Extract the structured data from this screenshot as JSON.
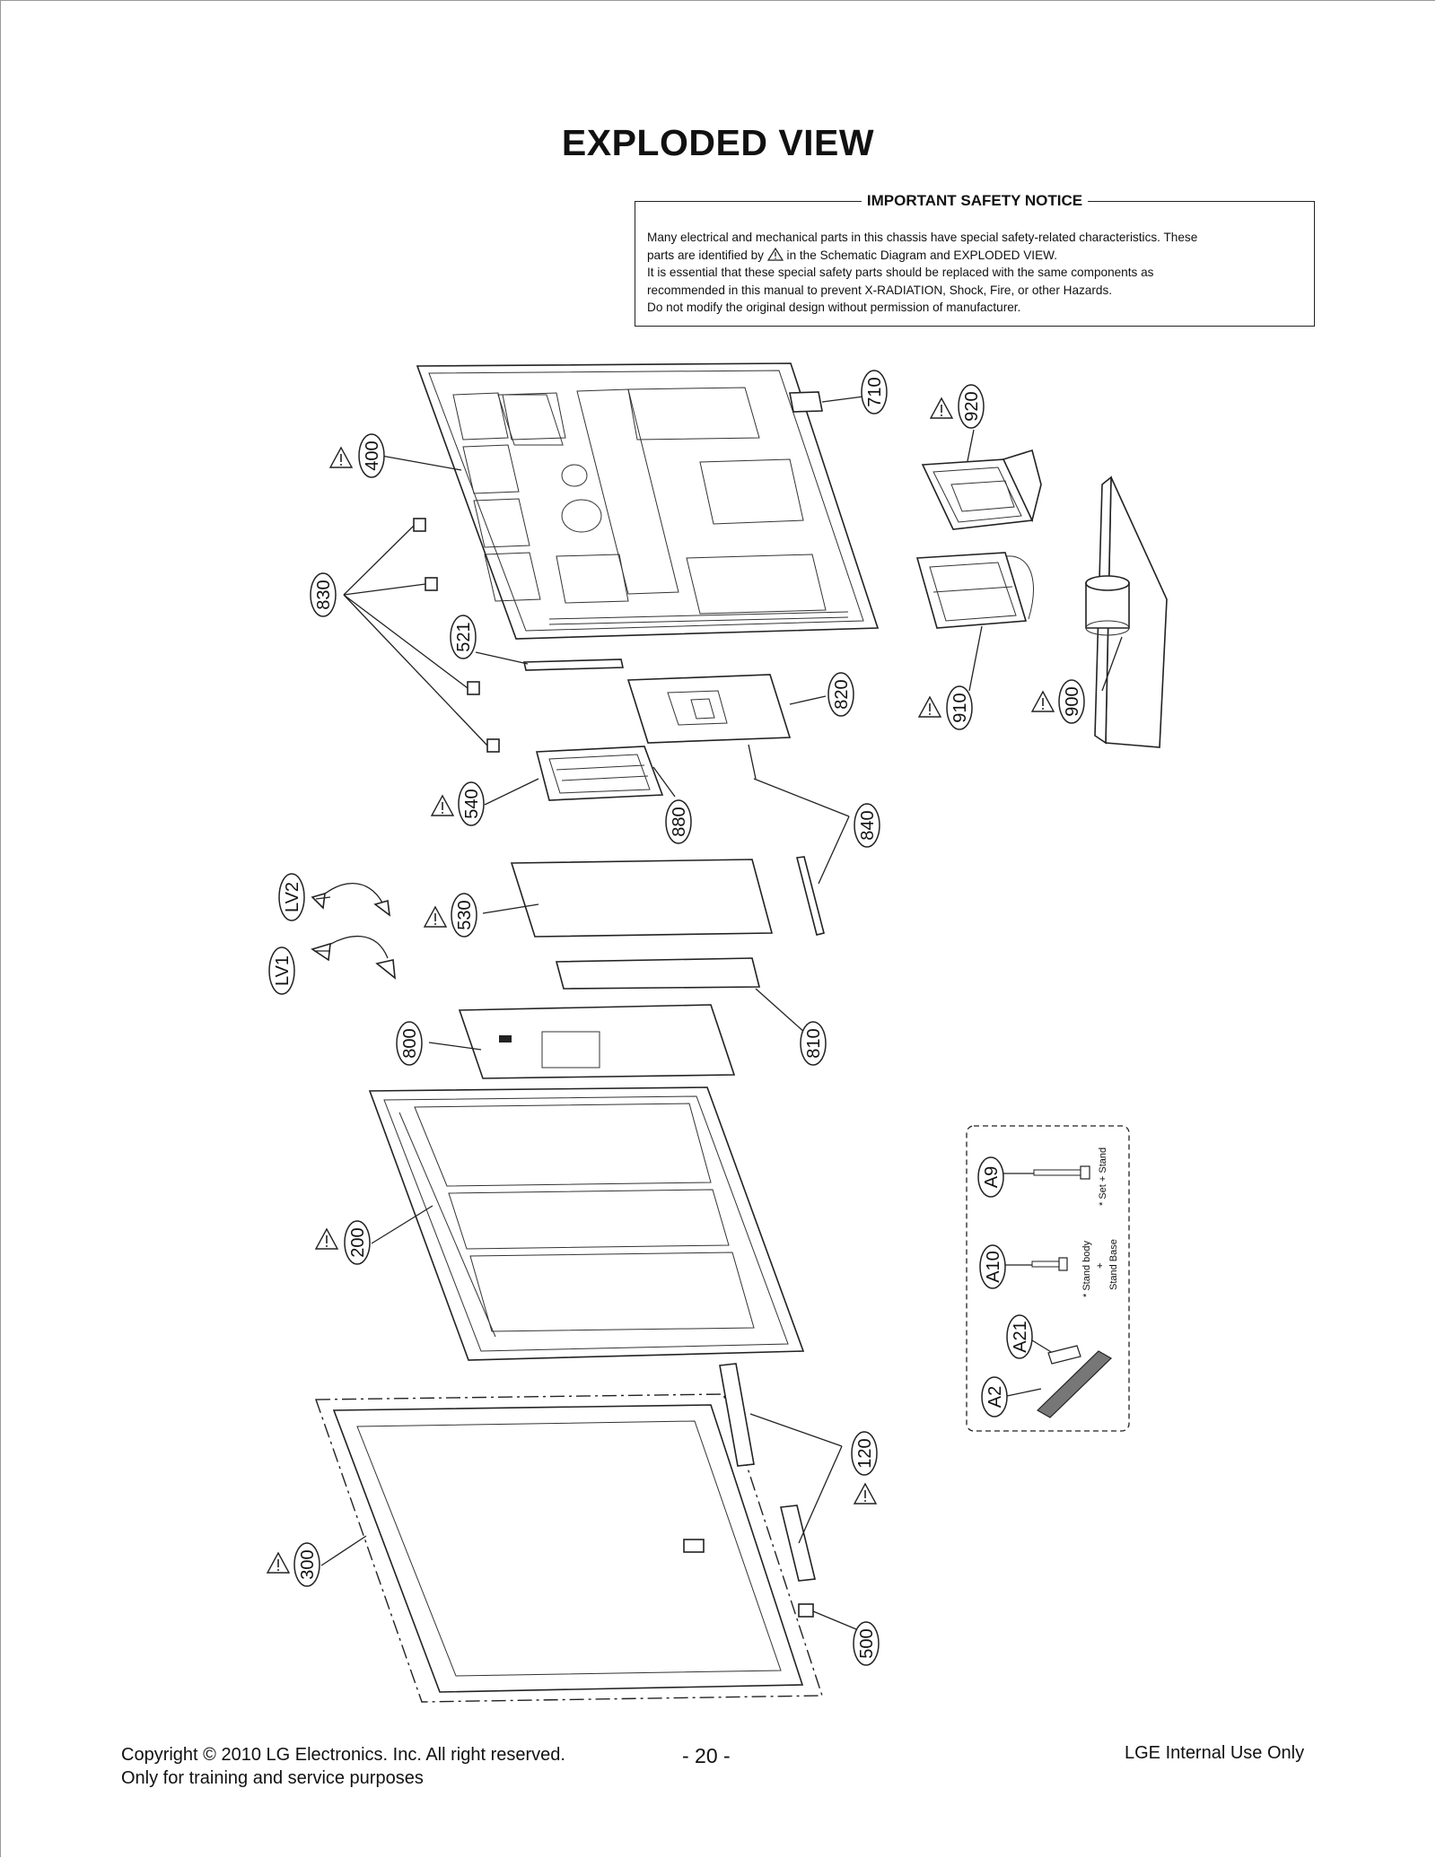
{
  "page": {
    "title": "EXPLODED VIEW"
  },
  "notice": {
    "heading": "IMPORTANT SAFETY NOTICE",
    "line1": "Many electrical and mechanical parts in this chassis have special safety-related characteristics. These",
    "line2a": "parts are identified by",
    "line2b": "in the Schematic Diagram and EXPLODED VIEW.",
    "line3": "It is essential that these special safety parts should be replaced with the same components as",
    "line4": "recommended in this manual to prevent X-RADIATION, Shock, Fire, or other Hazards.",
    "line5": "Do not modify the original design without permission of manufacturer."
  },
  "parts": {
    "p400": "400",
    "p710": "710",
    "p920": "920",
    "p830": "830",
    "p521": "521",
    "p820": "820",
    "p910": "910",
    "p900": "900",
    "p540": "540",
    "p880": "880",
    "p840": "840",
    "pLV2": "LV2",
    "pLV1": "LV1",
    "p530": "530",
    "p810": "810",
    "p800": "800",
    "p200": "200",
    "p120": "120",
    "p300": "300",
    "p500": "500",
    "pA9": "A9",
    "pA10": "A10",
    "pA21": "A21",
    "pA2": "A2"
  },
  "screw_notes": {
    "set_stand": "* Set + Stand",
    "stand_body": "* Stand body",
    "plus": "+",
    "stand_base": "Stand Base"
  },
  "footer": {
    "copyright": "Copyright © 2010 LG Electronics. Inc. All right reserved.",
    "training": "Only for training and service purposes",
    "page_number": "- 20 -",
    "internal": "LGE Internal Use Only"
  }
}
